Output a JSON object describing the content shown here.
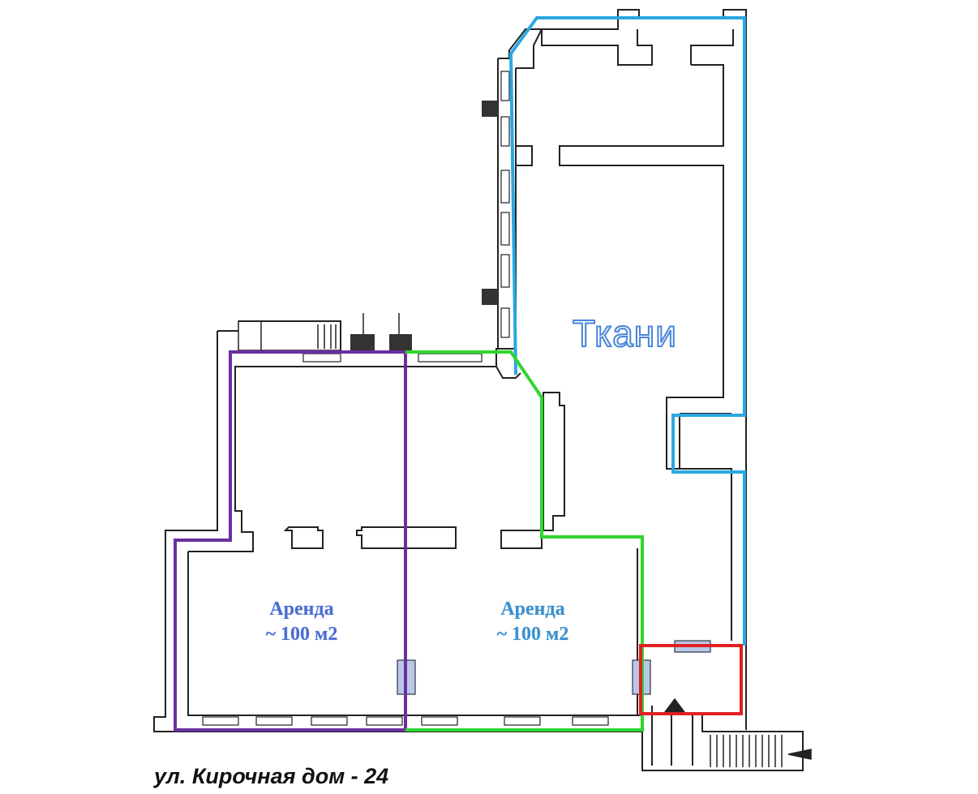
{
  "floorplan": {
    "street_label": "ул. Кирочная дом - 24",
    "zones": [
      {
        "id": "fabrics",
        "label": "Ткани",
        "outline_color": "#29a8e0"
      },
      {
        "id": "rent-left",
        "label_line1": "Аренда",
        "label_line2": "~ 100 м2",
        "outline_color": "#6a2fa0"
      },
      {
        "id": "rent-right",
        "label_line1": "Аренда",
        "label_line2": "~ 100 м2",
        "outline_color": "#2fd62f"
      },
      {
        "id": "entrance-room",
        "outline_color": "#e02020"
      }
    ],
    "wall_color": "#222222",
    "window_fill": "#b8c8e8"
  }
}
